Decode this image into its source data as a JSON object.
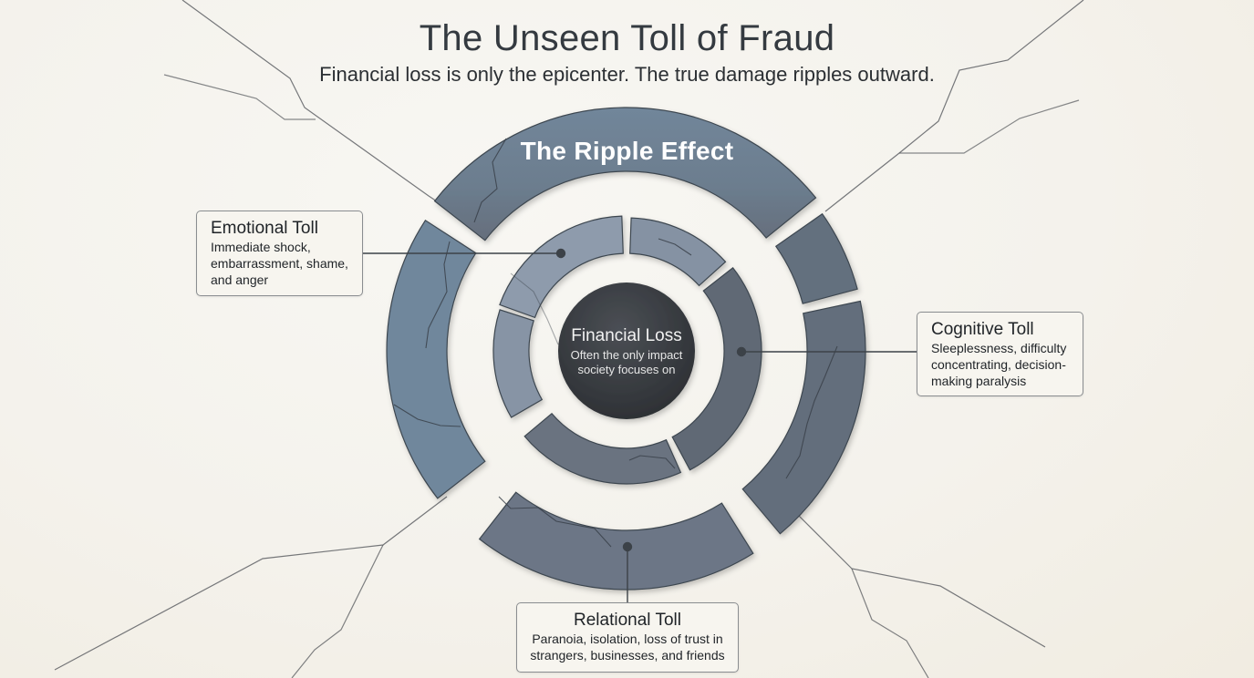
{
  "header": {
    "title": "The Unseen Toll of Fraud",
    "subtitle": "Financial loss is only the epicenter. The true damage ripples outward."
  },
  "diagram": {
    "outer_ring_label": "The Ripple Effect",
    "center": {
      "title": "Financial Loss",
      "description_line1": "Often the only impact",
      "description_line2": "society focuses on"
    },
    "callouts": [
      {
        "id": "emotional",
        "title": "Emotional Toll",
        "lines": [
          "Immediate shock,",
          "embarrassment, shame,",
          "and anger"
        ]
      },
      {
        "id": "cognitive",
        "title": "Cognitive Toll",
        "lines": [
          "Sleeplessness, difficulty",
          "concentrating, decision-",
          "making paralysis"
        ]
      },
      {
        "id": "relational",
        "title": "Relational Toll",
        "lines": [
          "Paranoia, isolation, loss of trust in",
          "strangers, businesses, and friends"
        ]
      }
    ],
    "colors": {
      "outer_ring": "#6f8294",
      "outer_ring_bottom": "#6c7585",
      "inner_ring_light": "#8d9aab",
      "inner_ring_dark": "#5f6874",
      "center": "#3a3d42",
      "connector": "#3c4248",
      "background": "#f5f3ee"
    }
  }
}
